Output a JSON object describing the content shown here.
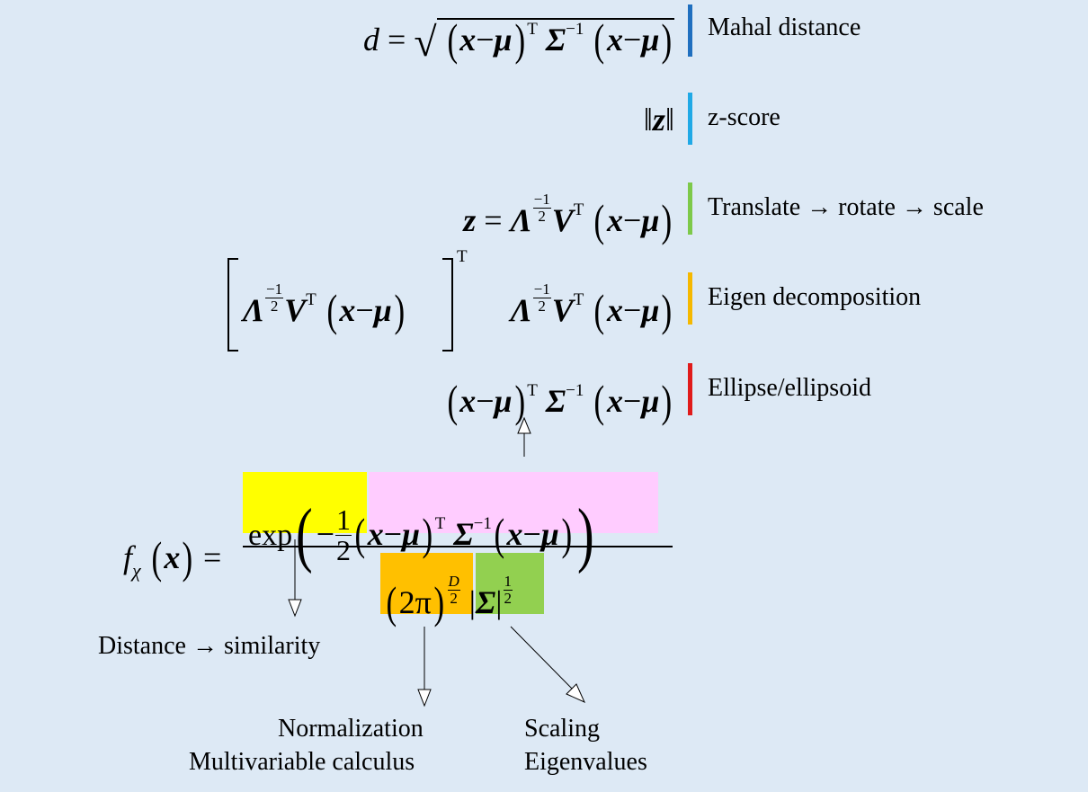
{
  "rows": [
    {
      "label": "Mahal distance",
      "color": "#1f6fbf"
    },
    {
      "label": "z-score",
      "color": "#20a9e6"
    },
    {
      "label": "Translate → rotate → scale",
      "color": "#7dc94a"
    },
    {
      "label": "Eigen decomposition",
      "color": "#f5b800"
    },
    {
      "label": "Ellipse/ellipsoid",
      "color": "#e01b1b"
    }
  ],
  "highlights": {
    "exp": "#ffff00",
    "quad": "#ffccff",
    "norm": "#ffc000",
    "det": "#92d050"
  },
  "notes": {
    "distance_similarity": "Distance → similarity",
    "normalization": "Normalization",
    "multivariable": "Multivariable calculus",
    "scaling": "Scaling",
    "eigenvalues": "Eigenvalues"
  },
  "math": {
    "d": "d",
    "eq": "=",
    "T": "T",
    "inv": "−1",
    "half_n": "−1",
    "half_d": "2",
    "x": "x",
    "mu": "μ",
    "minus": "−",
    "sigma": "Σ",
    "lambda": "Λ",
    "V": "V",
    "z": "z",
    "exp": "exp",
    "one": "1",
    "two": "2",
    "f": "f",
    "chi": "χ",
    "twopi": "2π",
    "D": "D"
  }
}
